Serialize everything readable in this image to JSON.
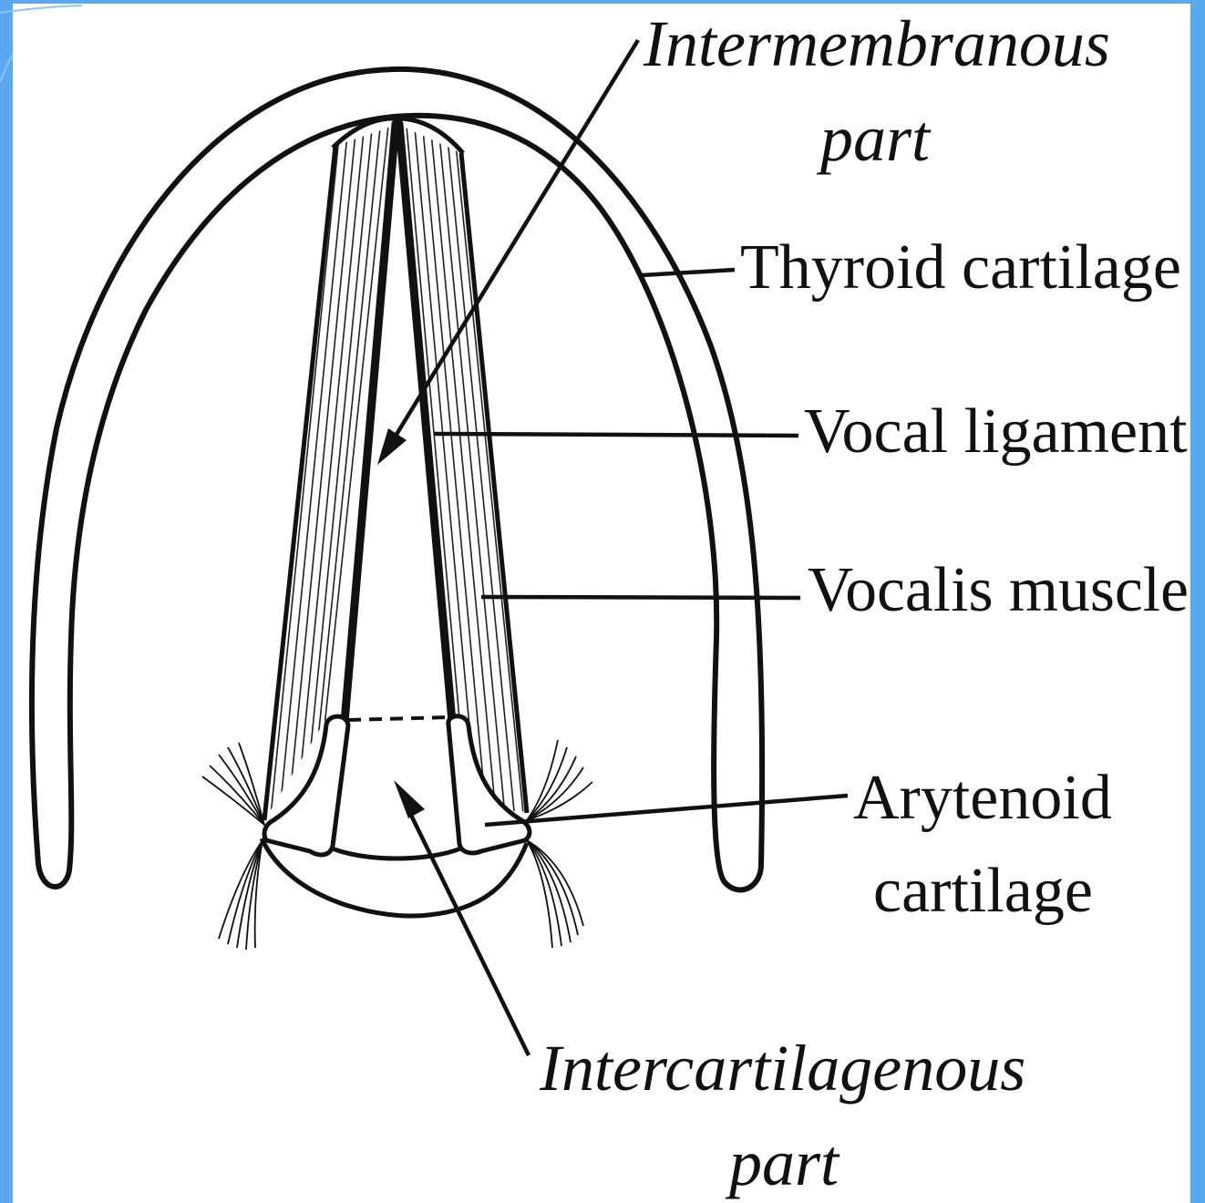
{
  "labels": {
    "intermembranous_line1": "Intermembranous",
    "intermembranous_line2": "part",
    "thyroid": "Thyroid cartilage",
    "vocal_ligament": "Vocal ligament",
    "vocalis_muscle": "Vocalis muscle",
    "arytenoid_line1": "Arytenoid",
    "arytenoid_line2": "cartilage",
    "intercartilagenous_line1": "Intercartilagenous",
    "intercartilagenous_line2": "part"
  },
  "colors": {
    "background": "#5aa9ef",
    "panel": "#ffffff",
    "ink": "#111111"
  }
}
